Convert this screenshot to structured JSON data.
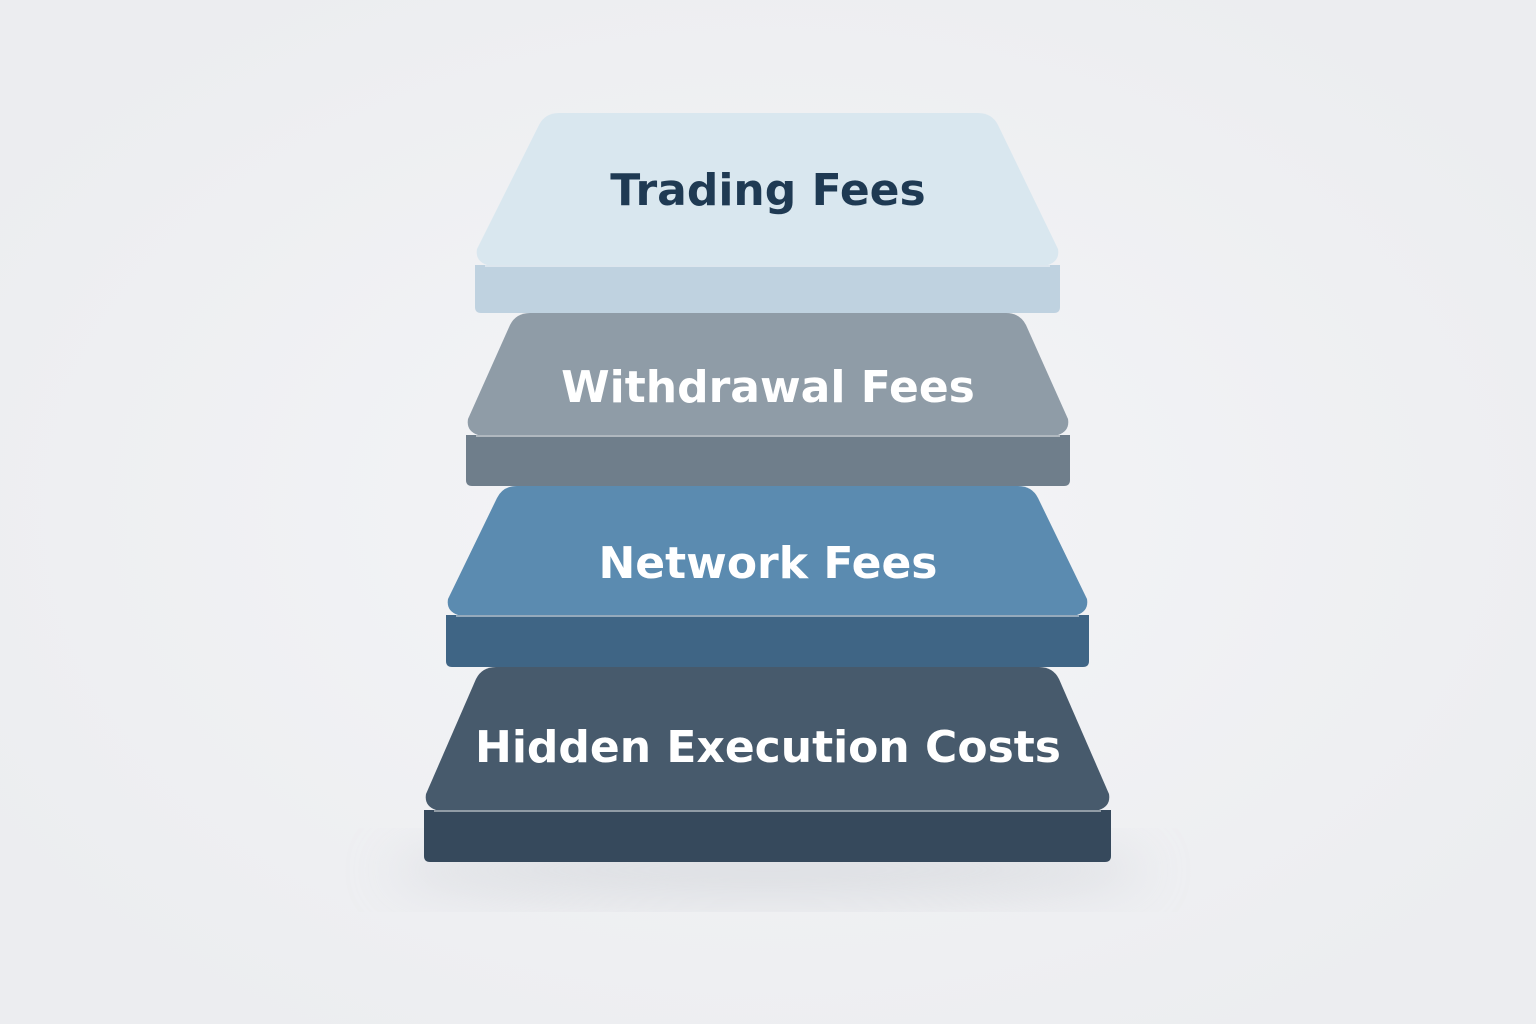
{
  "diagram": {
    "layers": [
      {
        "label": "Trading Fees",
        "face_color": "#d9e7ef",
        "front_color": "#bfd2e0",
        "text_color": "#1f3a53"
      },
      {
        "label": "Withdrawal Fees",
        "face_color": "#8f9ca7",
        "front_color": "#6f7e8b",
        "text_color": "#ffffff"
      },
      {
        "label": "Network Fees",
        "face_color": "#5b8bb0",
        "front_color": "#3f6585",
        "text_color": "#ffffff"
      },
      {
        "label": "Hidden Execution Costs",
        "face_color": "#475a6c",
        "front_color": "#36495c",
        "text_color": "#ffffff"
      }
    ]
  }
}
